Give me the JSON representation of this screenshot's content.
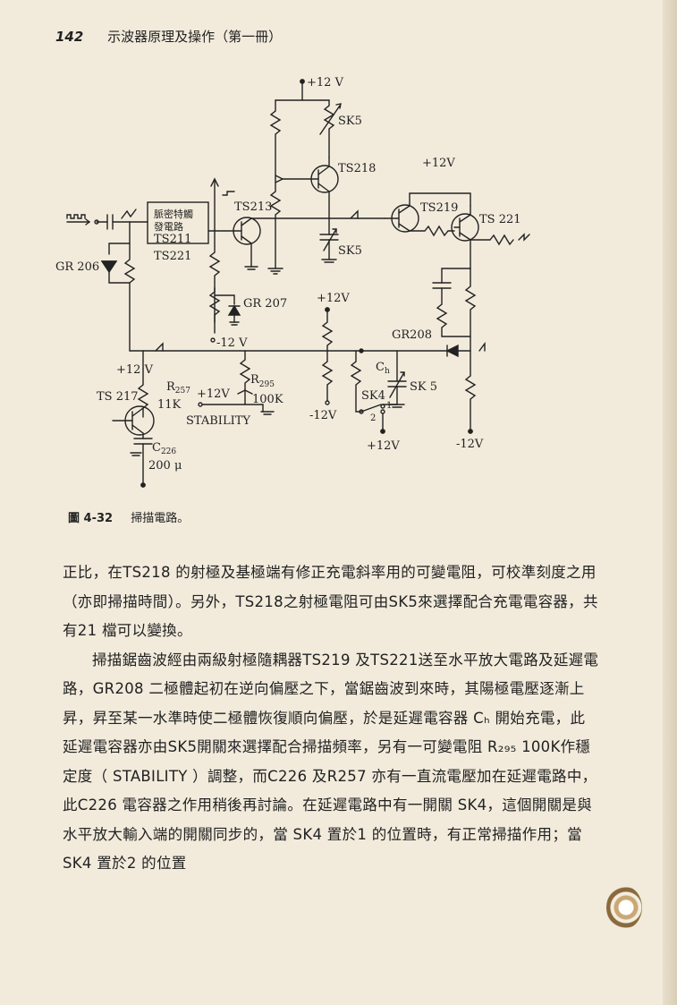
{
  "header": {
    "page_number": "142",
    "title": "示波器原理及操作（第一冊）"
  },
  "schematic": {
    "labels": {
      "vplus_top": "+12 V",
      "sk5_top": "SK5",
      "ts218": "TS218",
      "vplus_right": "+12V",
      "ts219": "TS219",
      "ts221_right": "TS 221",
      "ts213": "TS213",
      "schmitt_line1": "脈密特觸",
      "schmitt_line2": "發電路",
      "schmitt_line3": "TS211",
      "schmitt_line4": "TS221",
      "sk5_mid": "SK5",
      "gr206": "GR 206",
      "gr207": "GR 207",
      "vminus_gr207": "-12 V",
      "vplus_center": "+12V",
      "gr208": "GR208",
      "vplus_ts217": "+12 V",
      "ts217": "TS 217",
      "r257": "R",
      "r257_sub": "257",
      "r257_val": "11K",
      "vplus_pot": "+12V",
      "r295": "R",
      "r295_sub": "295",
      "r295_val": "100K",
      "stability": "STABILITY",
      "ch": "C",
      "ch_sub": "h",
      "sk5_ch": "SK 5",
      "sk4": "SK4",
      "sk4_1": "1",
      "sk4_2": "2",
      "vminus_center": "-12V",
      "vplus_sk4": "+12V",
      "vminus_right": "-12V",
      "c226": "C",
      "c226_sub": "226",
      "c226_val": "200 μ"
    }
  },
  "caption": {
    "number": "圖 4-32",
    "text": "掃描電路。"
  },
  "body": {
    "p1": "正比，在TS218 的射極及基極端有修正充電斜率用的可變電阻，可校準刻度之用（亦即掃描時間）。另外，TS218之射極電阻可由SK5來選擇配合充電電容器，共有21 檔可以變換。",
    "p2": "掃描鋸齒波經由兩級射極隨耦器TS219 及TS221送至水平放大電路及延遲電路，GR208 二極體起初在逆向偏壓之下，當鋸齒波到來時，其陽極電壓逐漸上昇，昇至某一水準時使二極體恢復順向偏壓，於是延遲電容器 Cₕ 開始充電，此延遲電容器亦由SK5開關來選擇配合掃描頻率，另有一可變電阻 R₂₉₅ 100K作穩定度（ STABILITY ）調整，而C226 及R257 亦有一直流電壓加在延遲電路中，此C226 電容器之作用稍後再討論。在延遲電路中有一開關 SK4，這個開關是與水平放大輸入端的開關同步的，當 SK4 置於1 的位置時，有正常掃描作用；當SK4 置於2 的位置"
  }
}
